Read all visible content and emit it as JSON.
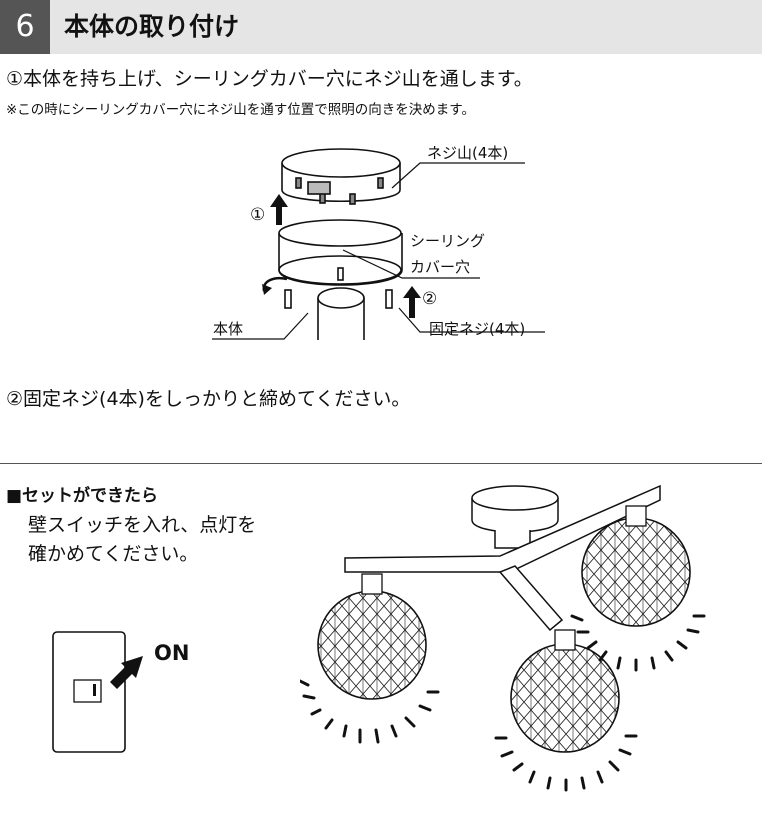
{
  "header": {
    "step_number": "6",
    "title": "本体の取り付け"
  },
  "instructions": {
    "step1": "①本体を持ち上げ、シーリングカバー穴にネジ山を通します。",
    "note": "※この時にシーリングカバー穴にネジ山を通す位置で照明の向きを決めます。",
    "step2": "②固定ネジ(4本)をしっかりと締めてください。"
  },
  "diagram": {
    "label_screw_studs": "ネジ山(4本)",
    "label_cover_line1": "シーリング",
    "label_cover_line2": "カバー穴",
    "label_body": "本体",
    "label_fixing_screws": "固定ネジ(4本)",
    "marker_1": "①",
    "marker_2": "②"
  },
  "set_section": {
    "title": "■セットができたら",
    "line1": "壁スイッチを入れ、点灯を",
    "line2": "確かめてください。",
    "switch_label": "ON"
  }
}
